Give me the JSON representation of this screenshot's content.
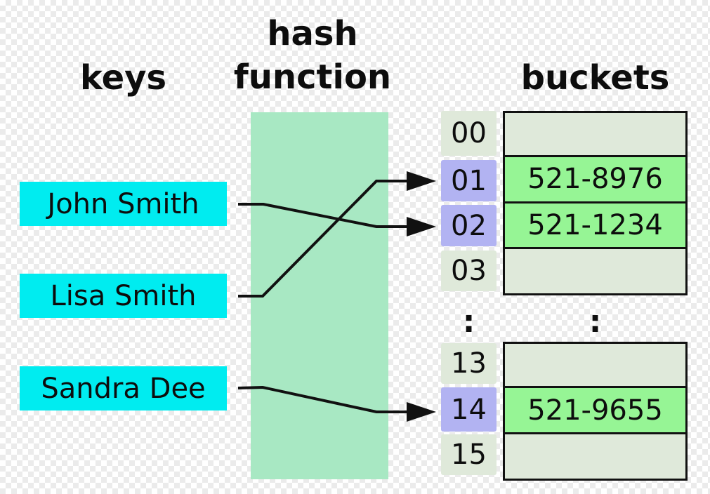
{
  "headings": {
    "keys": "keys",
    "hash_function": "hash function",
    "buckets": "buckets"
  },
  "keys": [
    "John Smith",
    "Lisa Smith",
    "Sandra Dee"
  ],
  "hash_mappings": [
    {
      "key": "John Smith",
      "index": "02"
    },
    {
      "key": "Lisa Smith",
      "index": "01"
    },
    {
      "key": "Sandra Dee",
      "index": "14"
    }
  ],
  "slots": [
    {
      "index": "00",
      "value": "",
      "highlighted": false
    },
    {
      "index": "01",
      "value": "521-8976",
      "highlighted": true
    },
    {
      "index": "02",
      "value": "521-1234",
      "highlighted": true
    },
    {
      "index": "03",
      "value": "",
      "highlighted": false
    },
    {
      "index": "13",
      "value": "",
      "highlighted": false
    },
    {
      "index": "14",
      "value": "521-9655",
      "highlighted": true
    },
    {
      "index": "15",
      "value": "",
      "highlighted": false
    }
  ],
  "ellipsis": ":",
  "colors": {
    "key_box": "#00ecf0",
    "hash_function_box": "#a8e8c3",
    "index_highlight": "#b2b3f2",
    "index_normal": "#dfe9da",
    "bucket_empty": "#dfe9da",
    "bucket_filled": "#96f595",
    "line": "#111111",
    "checker": "#ebebeb"
  }
}
